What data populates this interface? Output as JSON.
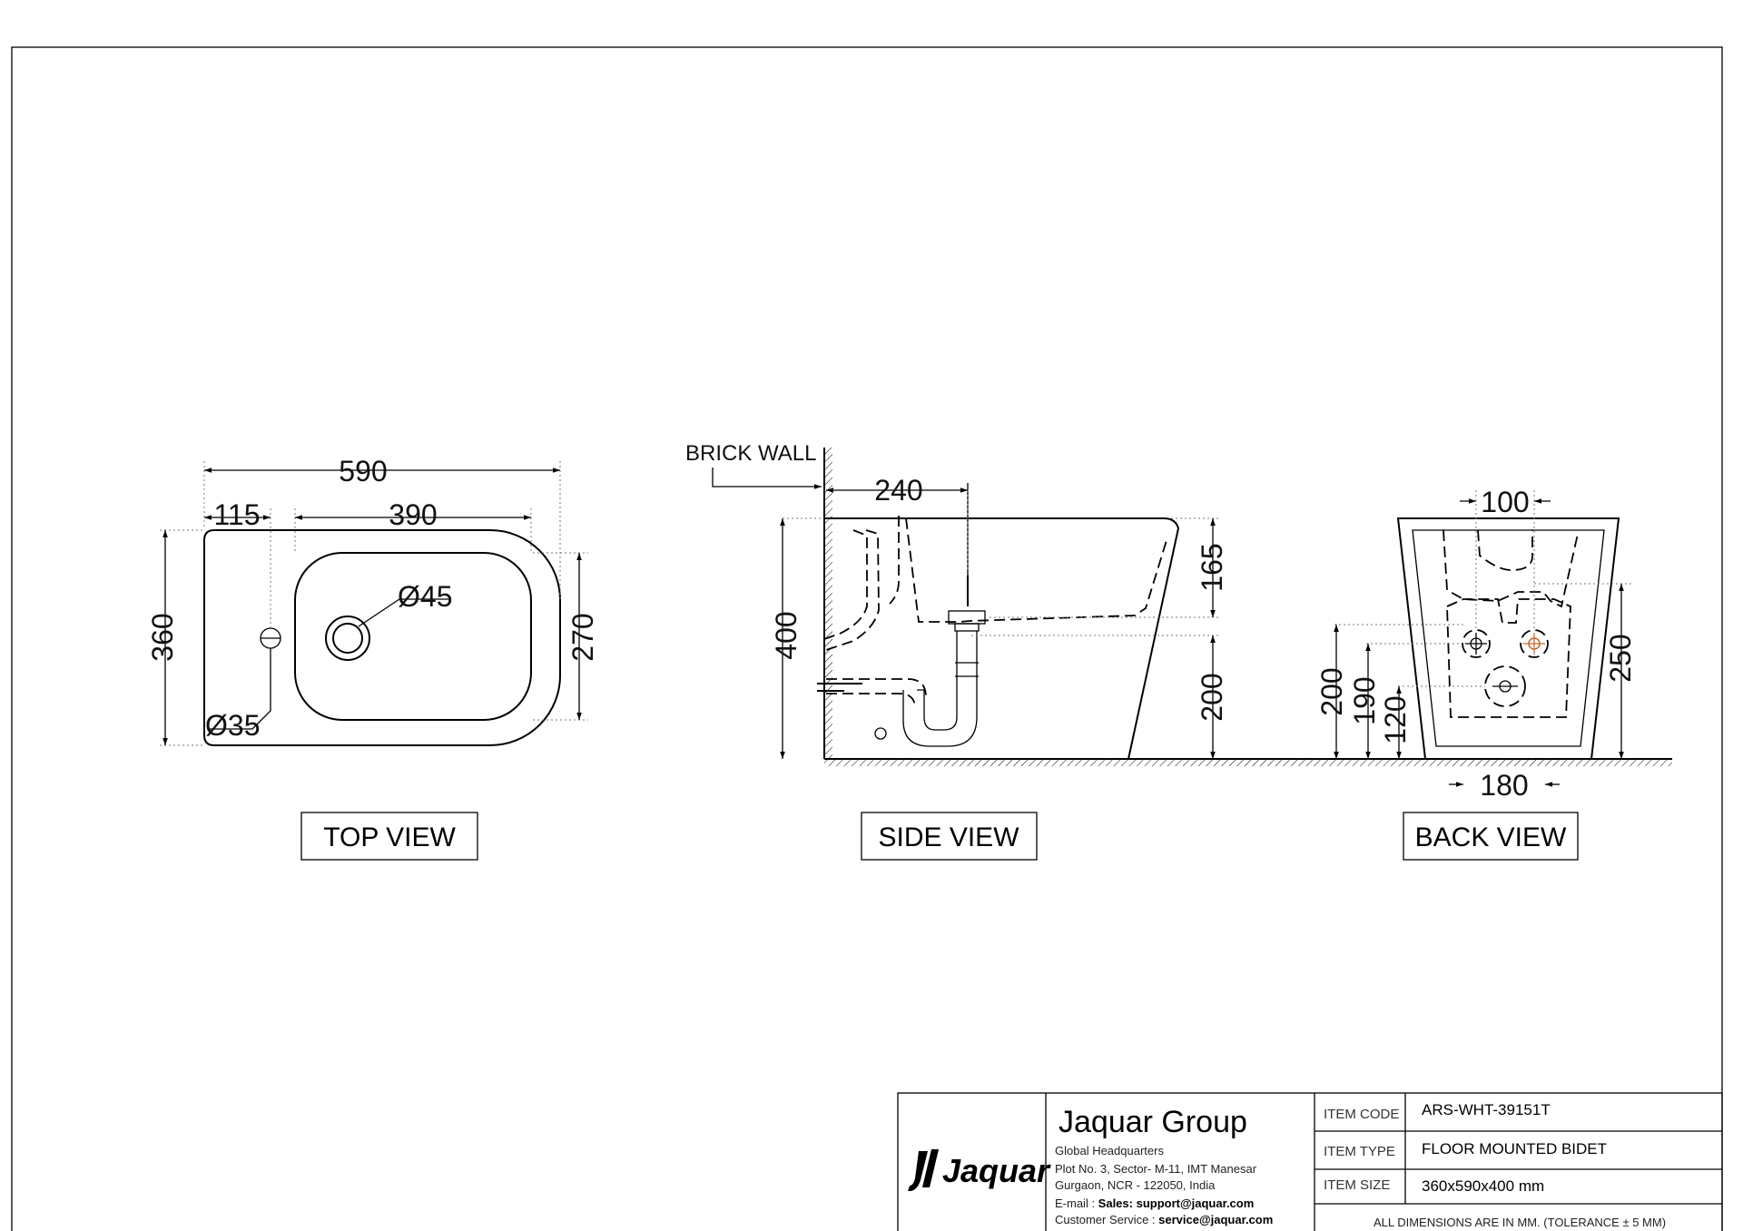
{
  "top_view": {
    "label": "TOP VIEW",
    "dim_overall_length": "590",
    "dim_left_offset": "115",
    "dim_bowl_length": "390",
    "dim_width": "360",
    "dim_bowl_width": "270",
    "dim_drain": "Ø45",
    "dim_tap_hole": "Ø35"
  },
  "side_view": {
    "label": "SIDE VIEW",
    "wall_label": "BRICK WALL",
    "dim_drain_from_wall": "240",
    "dim_height": "400",
    "dim_bowl_depth": "165",
    "dim_drain_height": "200"
  },
  "back_view": {
    "label": "BACK VIEW",
    "dim_top_spacing": "100",
    "dim_bottom_spacing": "180",
    "dim_height_1": "200",
    "dim_height_2": "190",
    "dim_height_3": "120",
    "dim_right_height": "250"
  },
  "title_block": {
    "logo_text": "Jaquar",
    "company": "Jaquar Group",
    "hq": "Global Headquarters",
    "address_1": "Plot No. 3, Sector- M-11, IMT Manesar",
    "address_2": "Gurgaon, NCR - 122050, India",
    "email_label": "E-mail : ",
    "email_value": "Sales: support@jaquar.com",
    "cs_label": "Customer Service : ",
    "cs_value": "service@jaquar.com",
    "item_code_label": "ITEM  CODE",
    "item_code_value": "ARS-WHT-39151T",
    "item_type_label": "ITEM  TYPE",
    "item_type_value": "FLOOR MOUNTED BIDET",
    "item_size_label": "ITEM  SIZE",
    "item_size_value": "360x590x400 mm",
    "note": "ALL DIMENSIONS ARE IN MM. (TOLERANCE ± 5 MM)"
  }
}
